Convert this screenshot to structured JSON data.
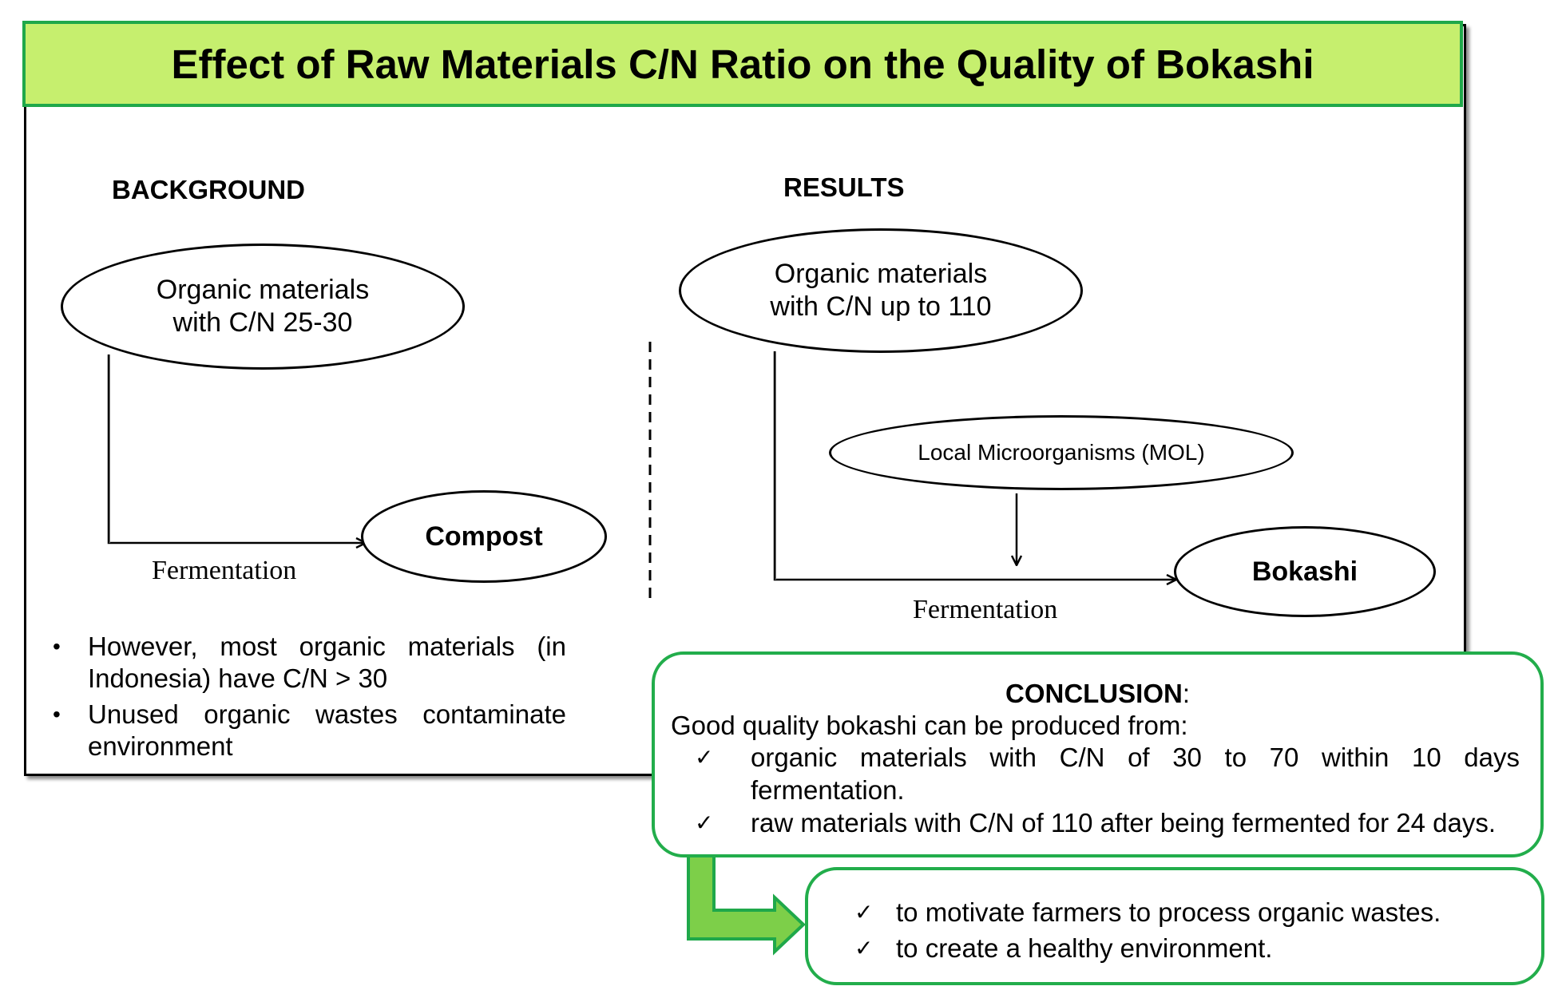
{
  "title": "Effect of Raw Materials C/N Ratio on the Quality of Bokashi",
  "background": {
    "heading": "BACKGROUND",
    "source_ellipse": [
      "Organic materials",
      "with C/N 25-30"
    ],
    "product": "Compost",
    "process_label": "Fermentation",
    "bullets": [
      "However, most organic materials (in Indonesia) have C/N > 30",
      "Unused organic wastes contaminate environment"
    ]
  },
  "results": {
    "heading": "RESULTS",
    "source_ellipse": [
      "Organic materials",
      "with C/N up to 110"
    ],
    "additive": "Local Microorganisms (MOL)",
    "product": "Bokashi",
    "process_label": "Fermentation"
  },
  "conclusion": {
    "title": "CONCLUSION",
    "title_suffix": ":",
    "intro": "Good quality bokashi can be produced from:",
    "items": [
      "organic materials with C/N of 30 to 70 within 10 days fermentation.",
      "raw materials with C/N of 110 after being fermented for 24 days."
    ]
  },
  "implications": [
    "to motivate farmers to process organic wastes.",
    "to create a healthy environment."
  ],
  "tick_glyph": "✓",
  "bullet_glyph": "•",
  "colors": {
    "title_fill": "#c6ef6e",
    "green_border": "#22ad4b",
    "arrow_fill": "#7dcf49",
    "arrow_stroke": "#1fa84a"
  }
}
